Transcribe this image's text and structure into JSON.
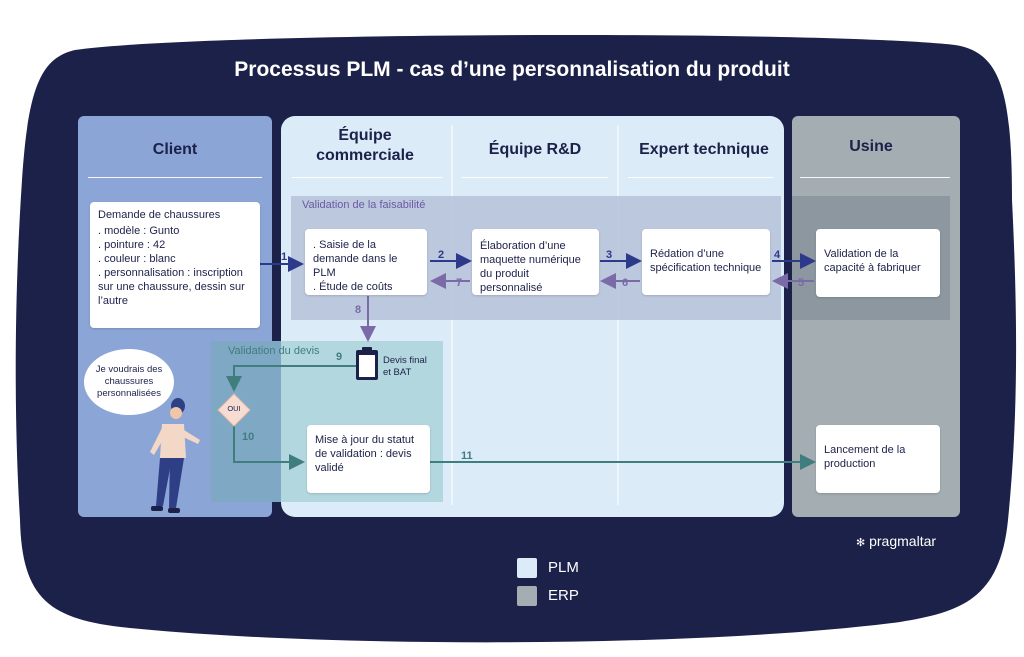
{
  "title": "Processus PLM  - cas d’une personnalisation du produit",
  "columns": {
    "client": "Client",
    "commercial": "Équipe commerciale",
    "rd": "Équipe R&D",
    "expert": "Expert technique",
    "usine": "Usine"
  },
  "bands": {
    "faisabilite": "Validation de la faisabilité",
    "devis": "Validation du devis"
  },
  "client_box": {
    "heading": "Demande de chaussures",
    "line1": ". modèle : Gunto",
    "line2": ". pointure : 42",
    "line3": ". couleur : blanc",
    "line4": ". personnalisation : inscription sur une chaussure, dessin sur l’autre"
  },
  "boxes": {
    "saisie_line1": ". Saisie de la demande dans le PLM",
    "saisie_line2": ". Étude de coûts",
    "elaboration": "Élaboration d’une maquette numérique du produit personnalisé",
    "redaction": "Rédation d’une spécification technique",
    "validation_capacite": "Validation de la capacité à fabriquer",
    "mise_a_jour": "Mise à jour du statut de validation : devis validé",
    "lancement": "Lancement de la production"
  },
  "devis_doc": "Devis final et BAT",
  "decision": "OUI",
  "speech": "Je voudrais des chaussures personnalisées",
  "steps": [
    "1",
    "2",
    "3",
    "4",
    "5",
    "6",
    "7",
    "8",
    "9",
    "10",
    "11"
  ],
  "legend": [
    {
      "label": "PLM",
      "color": "#dcebf8"
    },
    {
      "label": "ERP",
      "color": "#a3adb2"
    }
  ],
  "brand": "pragmaltar",
  "colors": {
    "navy": "#1c2149",
    "client_col": "#8ba5d6",
    "plm_col": "#dcebf8",
    "erp_col": "#a3adb2",
    "arrow_blue": "#2d3a8c",
    "arrow_purple": "#7a6aa8",
    "arrow_teal": "#3f7d7e"
  }
}
